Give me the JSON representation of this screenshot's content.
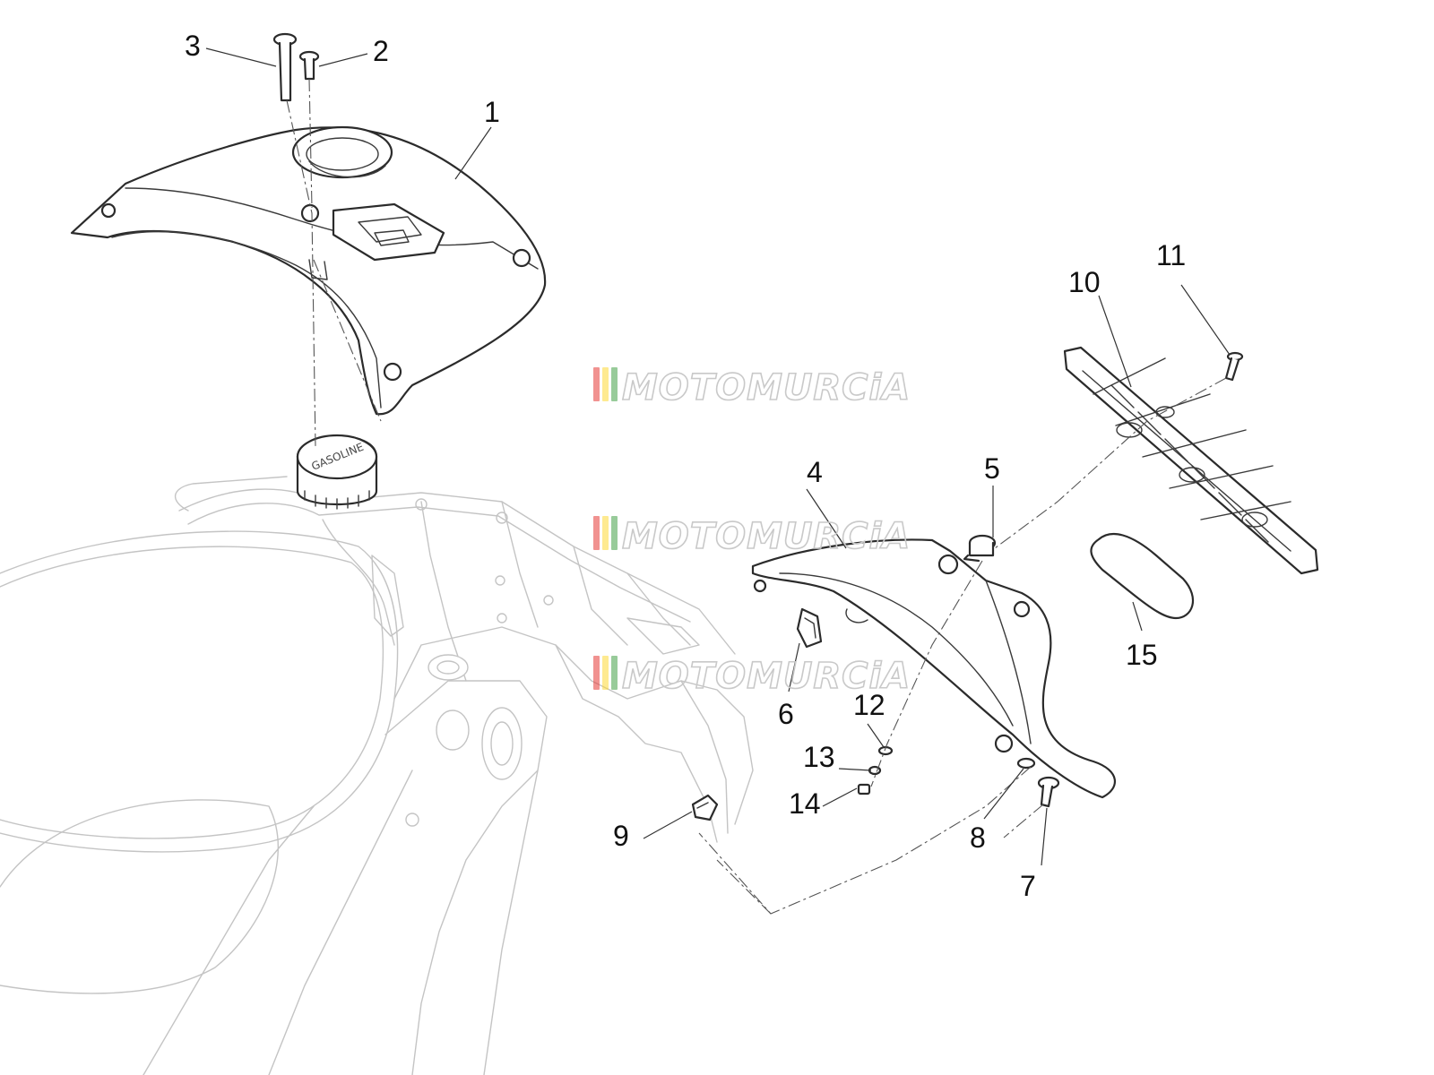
{
  "diagram": {
    "callouts": [
      "1",
      "2",
      "3",
      "4",
      "5",
      "6",
      "7",
      "8",
      "9",
      "10",
      "11",
      "12",
      "13",
      "14",
      "15"
    ],
    "watermark": "MOTOMURCiA",
    "cap_text": "GASOLINE",
    "watermark_colors": [
      "#e53935",
      "#fdd835",
      "#43a047"
    ]
  }
}
